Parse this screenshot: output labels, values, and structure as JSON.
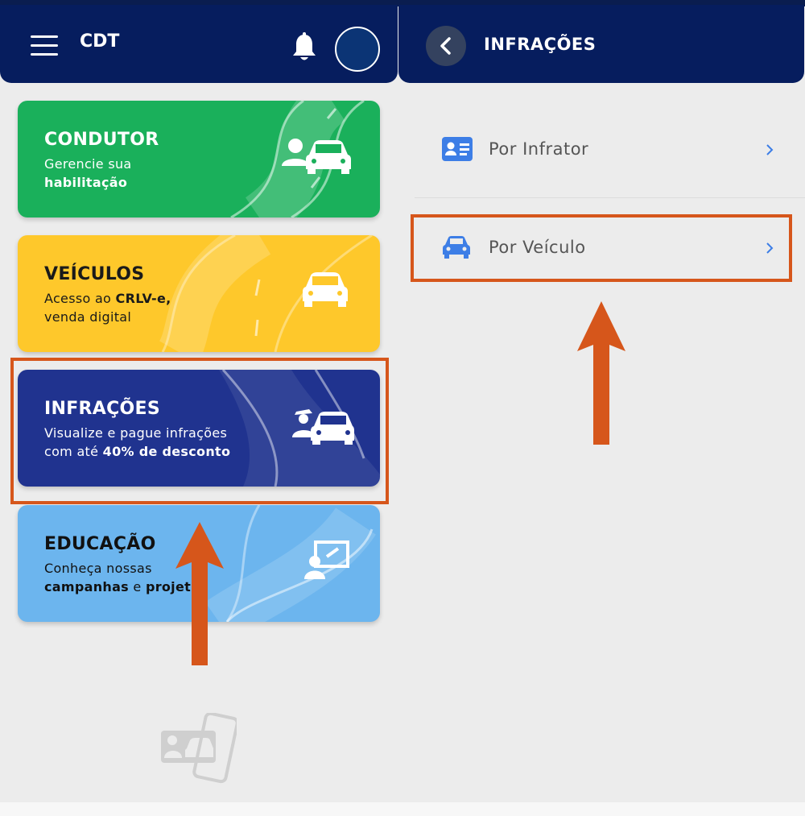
{
  "left_header": {
    "title": "CDT"
  },
  "right_header": {
    "title": "INFRAÇÕES"
  },
  "cards": [
    {
      "title": "CONDUTOR",
      "desc_plain": "Gerencie sua",
      "desc_bold": "habilitação",
      "color": "#1ab05b"
    },
    {
      "title": "VEÍCULOS",
      "desc_plain": "Acesso ao ",
      "desc_bold": "CRLV-e,",
      "desc_line2": "venda digital",
      "color": "#fec82b"
    },
    {
      "title": "INFRAÇÕES",
      "desc_plain": "Visualize e pague infrações",
      "desc_line2_plain": "com até ",
      "desc_bold": "40% de desconto",
      "color": "#20338f"
    },
    {
      "title": "EDUCAÇÃO",
      "desc_plain": "Conheça nossas",
      "desc_bold": "campanhas",
      "desc_mid": " e ",
      "desc_bold2": "projet",
      "desc_tail": "s",
      "color": "#6cb5ee"
    }
  ],
  "menu": [
    {
      "label": "Por Infrator",
      "icon": "id-card-icon"
    },
    {
      "label": "Por Veículo",
      "icon": "car-icon"
    }
  ],
  "colors": {
    "header": "#061d5e",
    "highlight": "#d6561b",
    "menu_icon": "#3d7ee6"
  }
}
